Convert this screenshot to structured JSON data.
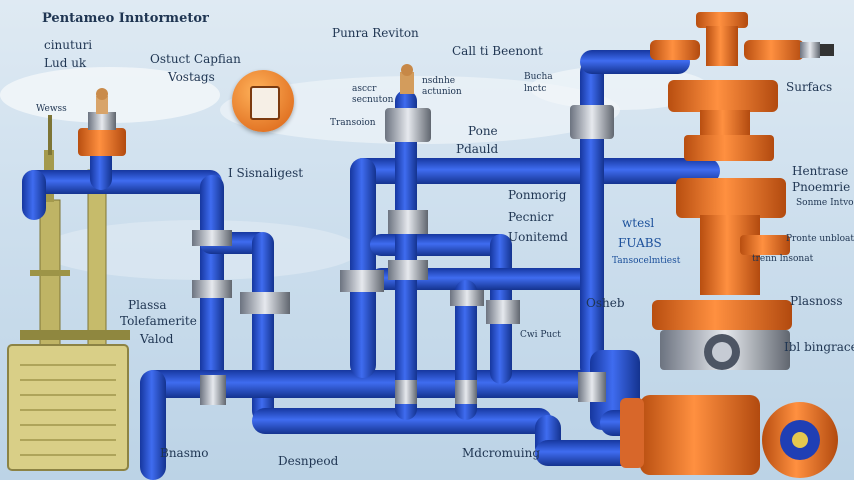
{
  "labels": {
    "title_top_left": "Pentameo Inntormetor",
    "sub_top_left_1": "cinuturi",
    "sub_top_left_2": "Lud uk",
    "left_mast": "Wewss",
    "capture_1": "Ostuct Capfian",
    "capture_2": "Vostags",
    "badge_caption": "I Sisnaligest",
    "pump": "Punra Reviton",
    "pump_sub_1": "asccr",
    "pump_sub_2": "secnuton",
    "pump_sub_3": "nsdnhe",
    "pump_sub_4": "actunion",
    "transfer": "Transoion",
    "cell": "Call ti Beenont",
    "cell_sub_1": "Bucha",
    "cell_sub_2": "lnctc",
    "rone_1": "Pone",
    "rone_2": "Pdauld",
    "center_1": "Ponmorig",
    "center_2": "Pecnicr",
    "center_3": "Uonitemd",
    "left_mid_1": "Plassa",
    "left_mid_2": "Tolefamerite",
    "left_mid_3": "Valod",
    "osh": "Osheb",
    "side_left": "Cwi Puct",
    "fuabs_1": "wtesl",
    "fuabs_2": "FUABS",
    "fuabs_3": "Tansocelmtiest",
    "right_top": "Surfacs",
    "right_1": "Hentrase",
    "right_2": "Pnoemrie",
    "right_3": "Sonme Intvo",
    "right_4": "Pronte unbloat",
    "right_5": "trenn lnsonat",
    "right_6": "Plasnoss",
    "right_7": "Ibl bingrace",
    "bottom_1": "Bnasmo",
    "bottom_2": "Desnpeod",
    "bottom_3": "Mdcromuing"
  },
  "colors": {
    "pipe": "#1d47c9",
    "pipe_highlight": "#4a74ea",
    "valve": "#e8702a",
    "valve_dark": "#b64c12",
    "panel": "#d9cf87",
    "mast": "#b8ae5e"
  }
}
